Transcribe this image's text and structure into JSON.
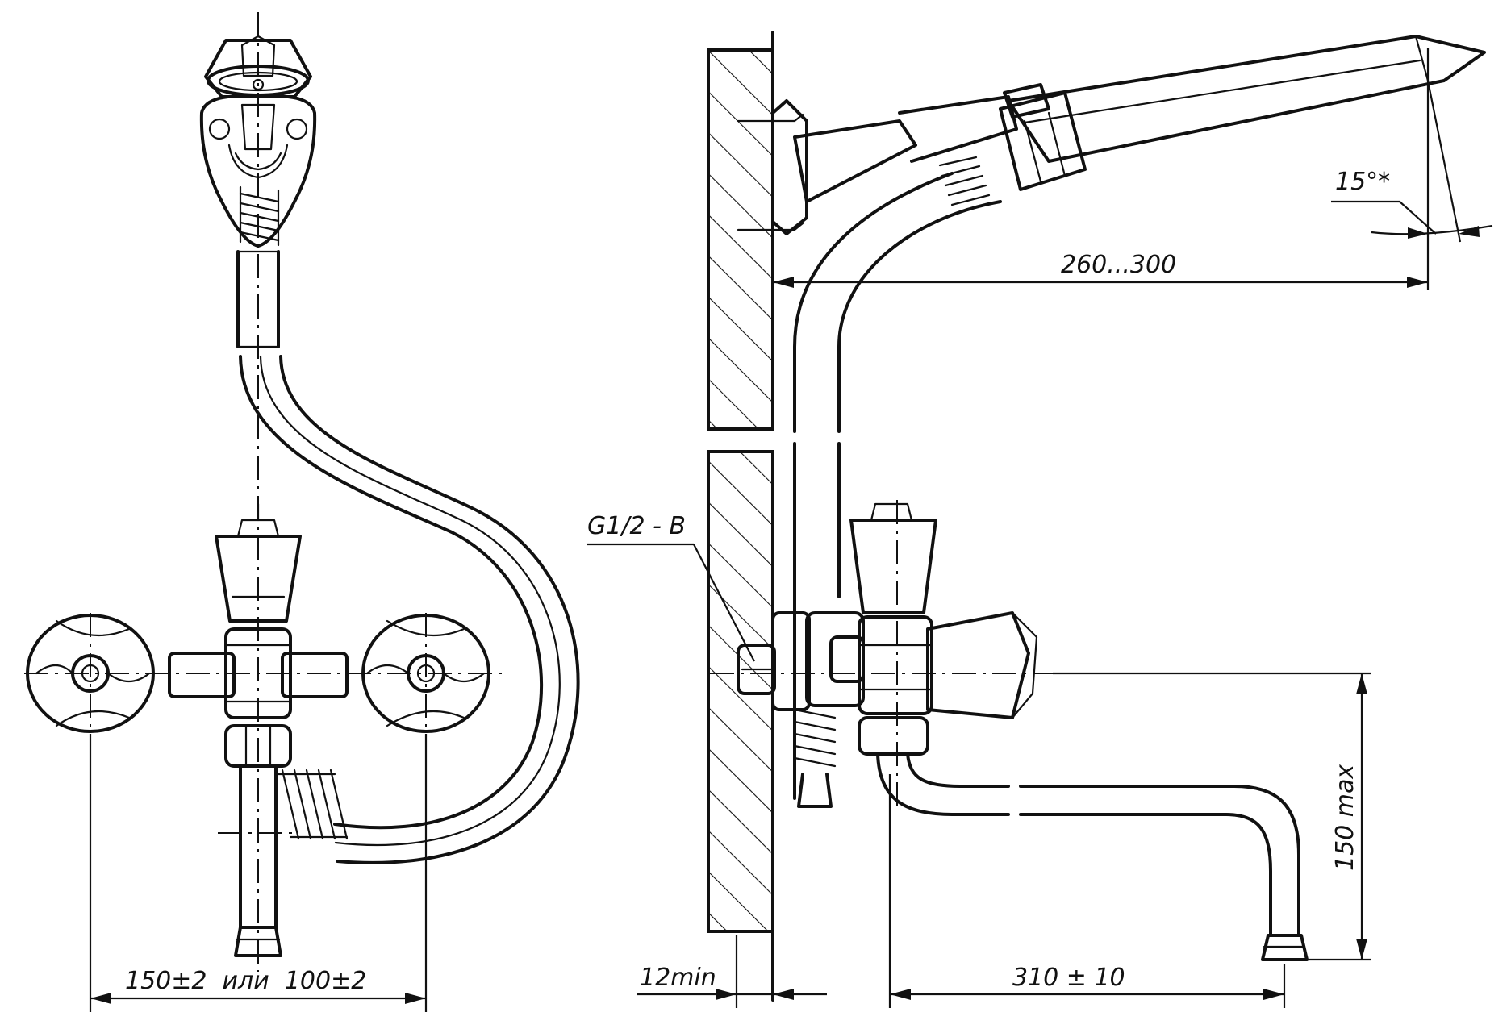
{
  "labels": {
    "dim_front_width": "150±2  или  100±2",
    "dim_shower_reach": "260...300",
    "dim_angle": "15°*",
    "thread": "G1/2 - B",
    "dim_wall": "12min",
    "dim_spout": "310 ± 10",
    "dim_height": "150 max"
  },
  "colors": {
    "line": "#111111",
    "background": "#ffffff"
  }
}
